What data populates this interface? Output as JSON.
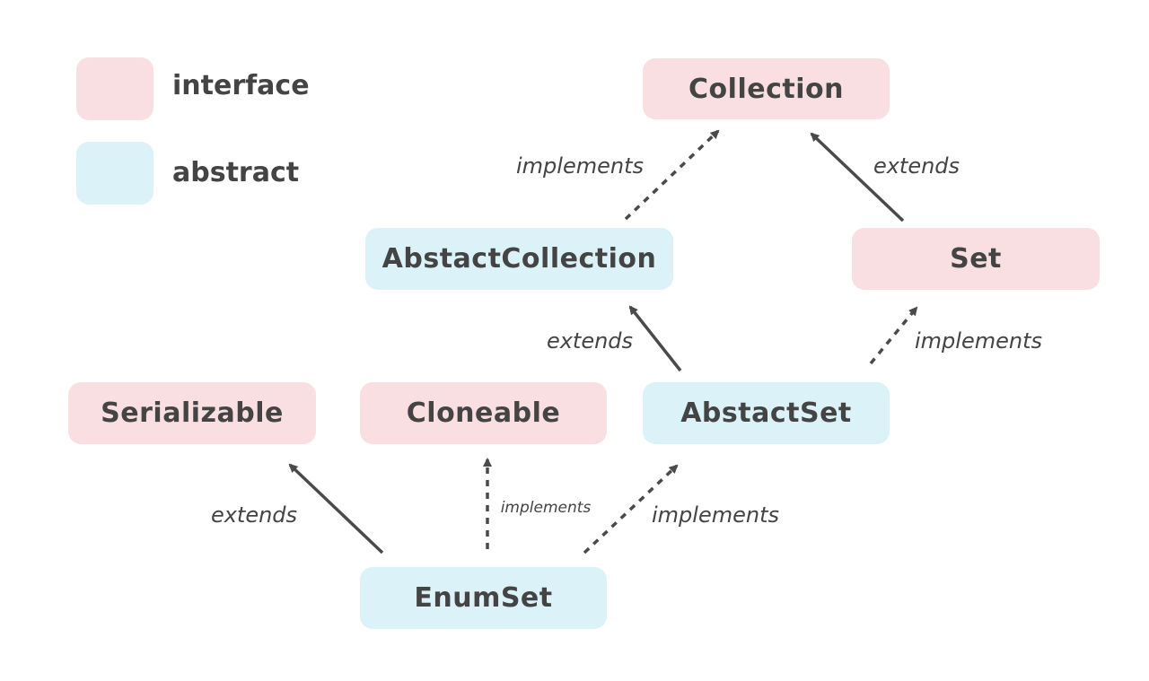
{
  "colors": {
    "interface": "#f9dfe1",
    "abstract": "#dbf2f9",
    "text": "#444444",
    "arrow": "#4a4a4a"
  },
  "legend": [
    {
      "kind": "interface",
      "label": "interface"
    },
    {
      "kind": "abstract",
      "label": "abstract"
    }
  ],
  "nodes": {
    "collection": {
      "label": "Collection",
      "kind": "interface"
    },
    "abstract_collection": {
      "label": "AbstactCollection",
      "kind": "abstract"
    },
    "set": {
      "label": "Set",
      "kind": "interface"
    },
    "serializable": {
      "label": "Serializable",
      "kind": "interface"
    },
    "cloneable": {
      "label": "Cloneable",
      "kind": "interface"
    },
    "abstract_set": {
      "label": "AbstactSet",
      "kind": "abstract"
    },
    "enum_set": {
      "label": "EnumSet",
      "kind": "abstract"
    }
  },
  "edges": [
    {
      "id": "ac-collection",
      "from": "abstract_collection",
      "to": "collection",
      "label": "implements",
      "style": "dashed"
    },
    {
      "id": "set-collection",
      "from": "set",
      "to": "collection",
      "label": "extends",
      "style": "solid"
    },
    {
      "id": "as-ac",
      "from": "abstract_set",
      "to": "abstract_collection",
      "label": "extends",
      "style": "solid"
    },
    {
      "id": "as-set",
      "from": "abstract_set",
      "to": "set",
      "label": "implements",
      "style": "dashed"
    },
    {
      "id": "es-serializable",
      "from": "enum_set",
      "to": "serializable",
      "label": "extends",
      "style": "solid"
    },
    {
      "id": "es-cloneable",
      "from": "enum_set",
      "to": "cloneable",
      "label": "implements",
      "style": "dashed"
    },
    {
      "id": "es-as",
      "from": "enum_set",
      "to": "abstract_set",
      "label": "implements",
      "style": "dashed"
    }
  ]
}
